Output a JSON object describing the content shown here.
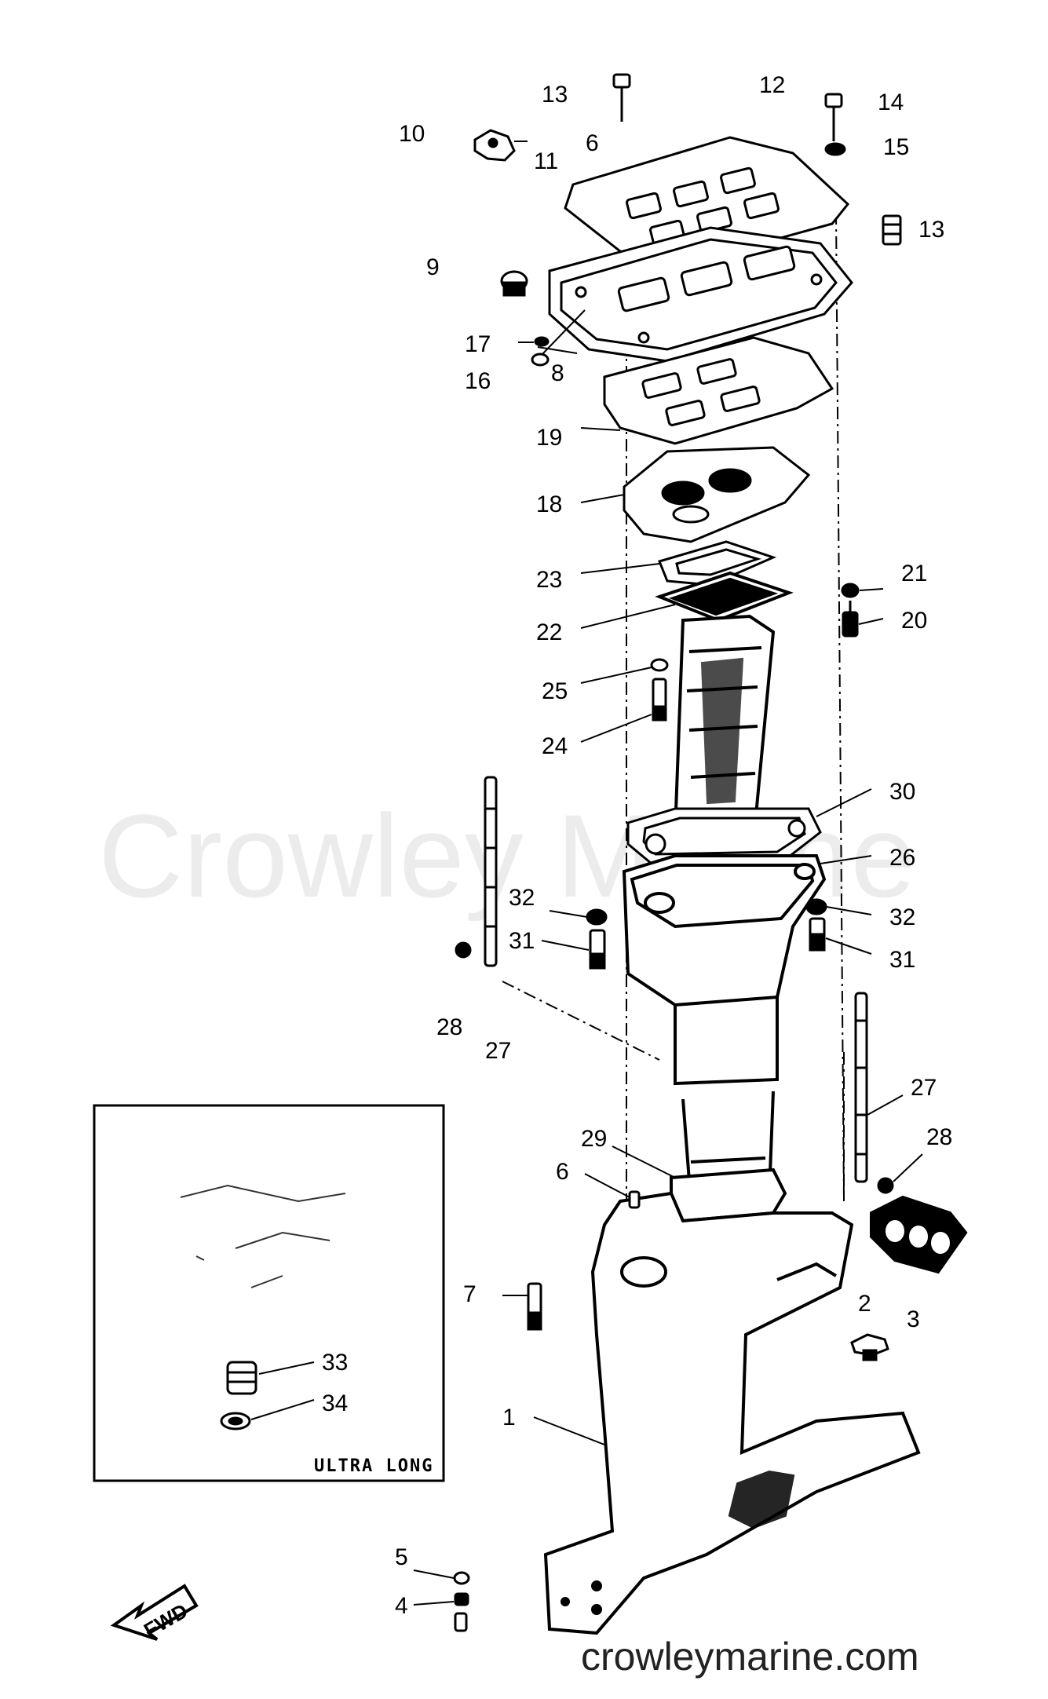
{
  "diagram": {
    "watermark": "Crowley Marine",
    "site": "crowleymarine.com",
    "inset_label": "ULTRA LONG",
    "direction_label": "FWD",
    "callouts": [
      {
        "id": "c1",
        "text": "1"
      },
      {
        "id": "c2",
        "text": "2"
      },
      {
        "id": "c3",
        "text": "3"
      },
      {
        "id": "c4",
        "text": "4"
      },
      {
        "id": "c5",
        "text": "5"
      },
      {
        "id": "c6",
        "text": "6"
      },
      {
        "id": "c6b",
        "text": "6"
      },
      {
        "id": "c7",
        "text": "7"
      },
      {
        "id": "c8",
        "text": "8"
      },
      {
        "id": "c9",
        "text": "9"
      },
      {
        "id": "c10",
        "text": "10"
      },
      {
        "id": "c11",
        "text": "11"
      },
      {
        "id": "c12",
        "text": "12"
      },
      {
        "id": "c13a",
        "text": "13"
      },
      {
        "id": "c13b",
        "text": "13"
      },
      {
        "id": "c14",
        "text": "14"
      },
      {
        "id": "c15",
        "text": "15"
      },
      {
        "id": "c16",
        "text": "16"
      },
      {
        "id": "c17",
        "text": "17"
      },
      {
        "id": "c18",
        "text": "18"
      },
      {
        "id": "c19",
        "text": "19"
      },
      {
        "id": "c20",
        "text": "20"
      },
      {
        "id": "c21",
        "text": "21"
      },
      {
        "id": "c22",
        "text": "22"
      },
      {
        "id": "c23",
        "text": "23"
      },
      {
        "id": "c24",
        "text": "24"
      },
      {
        "id": "c25",
        "text": "25"
      },
      {
        "id": "c26",
        "text": "26"
      },
      {
        "id": "c27a",
        "text": "27"
      },
      {
        "id": "c27b",
        "text": "27"
      },
      {
        "id": "c28a",
        "text": "28"
      },
      {
        "id": "c28b",
        "text": "28"
      },
      {
        "id": "c29",
        "text": "29"
      },
      {
        "id": "c30",
        "text": "30"
      },
      {
        "id": "c31a",
        "text": "31"
      },
      {
        "id": "c31b",
        "text": "31"
      },
      {
        "id": "c32a",
        "text": "32"
      },
      {
        "id": "c32b",
        "text": "32"
      },
      {
        "id": "c33",
        "text": "33"
      },
      {
        "id": "c34",
        "text": "34"
      }
    ]
  }
}
